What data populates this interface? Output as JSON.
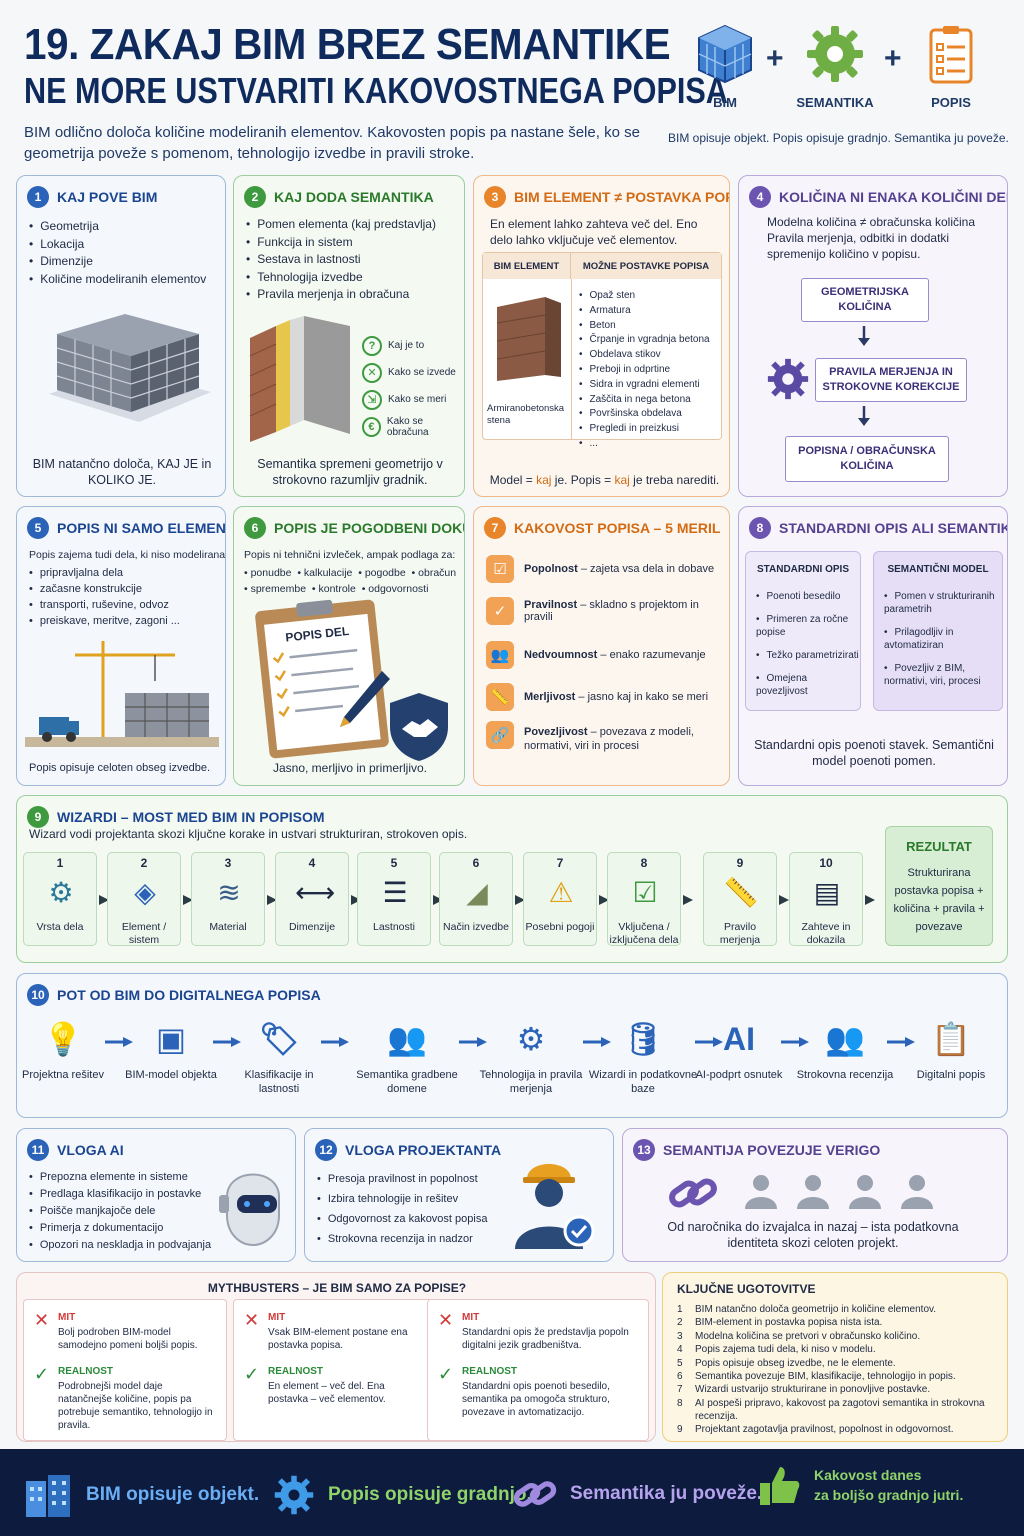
{
  "header": {
    "title_line1": "19. ZAKAJ BIM BREZ SEMANTIKE",
    "title_line2": "NE MORE USTVARITI KAKOVOSTNEGA POPISA",
    "lead": "BIM odlično določa količine modeliranih elementov. Kakovosten popis pa nastane šele, ko se geometrija poveže s pomenom, tehnologijo izvedbe in pravili stroke.",
    "icons": [
      "BIM",
      "SEMANTIKA",
      "POPIS"
    ],
    "plus": "+",
    "tagline": "BIM opisuje objekt. Popis opisuje gradnjo. Semantika ju poveže."
  },
  "card1": {
    "num": "1",
    "title": "KAJ POVE BIM",
    "items": [
      "Geometrija",
      "Lokacija",
      "Dimenzije",
      "Količine modeliranih elementov"
    ],
    "footer": "BIM natančno določa, KAJ JE in KOLIKO JE."
  },
  "card2": {
    "num": "2",
    "title": "KAJ DODA SEMANTIKA",
    "items": [
      "Pomen elementa (kaj predstavlja)",
      "Funkcija in sistem",
      "Sestava in lastnosti",
      "Tehnologija izvedbe",
      "Pravila merjenja in obračuna"
    ],
    "tags": [
      "Kaj je to",
      "Kako se izvede",
      "Kako se meri",
      "Kako se obračuna"
    ],
    "footer": "Semantika spremeni geometrijo v strokovno razumljiv gradnik."
  },
  "card3": {
    "num": "3",
    "title": "BIM ELEMENT ≠ POSTAVKA POPISA",
    "intro": "En element lahko zahteva več del. Eno delo lahko vključuje več elementov.",
    "col1": "BIM ELEMENT",
    "col2": "MOŽNE POSTAVKE POPISA",
    "element_label": "Armiranobetonska stena",
    "items": [
      "Opaž sten",
      "Armatura",
      "Beton",
      "Črpanje in vgradnja betona",
      "Obdelava stikov",
      "Preboji in odprtine",
      "Sidra in vgradni elementi",
      "Zaščita in nega betona",
      "Površinska obdelava",
      "Pregledi in preizkusi",
      "..."
    ],
    "footer_a": "Model = ",
    "footer_b": "kaj",
    "footer_c": " je. Popis = ",
    "footer_d": "kaj",
    "footer_e": " je treba narediti."
  },
  "card4": {
    "num": "4",
    "title": "KOLIČINA NI ENAKA KOLIČINI DELA",
    "intro": "Modelna količina ≠ obračunska količina Pravila merjenja, odbitki in dodatki spremenijo količino v popisu.",
    "box1": "GEOMETRIJSKA KOLIČINA",
    "box2": "PRAVILA MERJENJA IN STROKOVNE KOREKCIJE",
    "box3": "POPISNA / OBRAČUNSKA KOLIČINA"
  },
  "card5": {
    "num": "5",
    "title": "POPIS NI SAMO ELEMENT",
    "intro": "Popis zajema tudi dela, ki niso modelirana:",
    "items": [
      "pripravljalna dela",
      "začasne konstrukcije",
      "transporti, ruševine, odvoz",
      "preiskave, meritve, zagoni ..."
    ],
    "footer": "Popis opisuje celoten obseg izvedbe."
  },
  "card6": {
    "num": "6",
    "title": "POPIS JE POGODBENI DOKUMENT",
    "intro": "Popis ni tehnični izvleček, ampak podlaga za:",
    "items": [
      "ponudbe",
      "kalkulacije",
      "pogodbe",
      "obračun",
      "spremembe",
      "kontrole",
      "odgovornosti"
    ],
    "doc_title": "POPIS DEL",
    "footer": "Jasno, merljivo in primerljivo."
  },
  "card7": {
    "num": "7",
    "title": "KAKOVOST POPISA – 5 MERIL",
    "criteria": [
      {
        "name": "Popolnost",
        "desc": " – zajeta vsa dela in dobave"
      },
      {
        "name": "Pravilnost",
        "desc": " – skladno s projektom in pravili"
      },
      {
        "name": "Nedvoumnost",
        "desc": " – enako razumevanje"
      },
      {
        "name": "Merljivost",
        "desc": " – jasno kaj in kako se meri"
      },
      {
        "name": "Povezljivost",
        "desc": " – povezava z modeli, normativi, viri in procesi"
      }
    ]
  },
  "card8": {
    "num": "8",
    "title": "STANDARDNI OPIS ALI SEMANTIKA?",
    "std_title": "STANDARDNI OPIS",
    "std_items": [
      "Poenoti besedilo",
      "Primeren za ročne popise",
      "Težko parametrizirati",
      "Omejena povezljivost"
    ],
    "sem_title": "SEMANTIČNI MODEL",
    "sem_items": [
      "Pomen v strukturiranih parametrih",
      "Prilagodljiv in avtomatiziran",
      "Povezljiv z BIM, normativi, viri, procesi"
    ],
    "footer": "Standardni opis poenoti stavek. Semantični model poenoti pomen."
  },
  "wizard": {
    "num": "9",
    "title": "WIZARDI – MOST MED BIM IN POPISOM",
    "intro": "Wizard vodi projektanta skozi ključne korake in ustvari strukturiran, strokoven opis.",
    "steps": [
      {
        "n": "1",
        "label": "Vrsta dela"
      },
      {
        "n": "2",
        "label": "Element / sistem"
      },
      {
        "n": "3",
        "label": "Material"
      },
      {
        "n": "4",
        "label": "Dimenzije"
      },
      {
        "n": "5",
        "label": "Lastnosti"
      },
      {
        "n": "6",
        "label": "Način izvedbe"
      },
      {
        "n": "7",
        "label": "Posebni pogoji"
      },
      {
        "n": "8",
        "label": "Vključena / izključena dela"
      },
      {
        "n": "9",
        "label": "Pravilo merjenja"
      },
      {
        "n": "10",
        "label": "Zahteve in dokazila"
      }
    ],
    "result_title": "REZULTAT",
    "result_text": "Strukturirana postavka popisa + količina + pravila + povezave"
  },
  "path": {
    "num": "10",
    "title": "POT OD BIM DO DIGITALNEGA POPISA",
    "steps": [
      "Projektna rešitev",
      "BIM-model objekta",
      "Klasifikacije in lastnosti",
      "Semantika gradbene domene",
      "Tehnologija in pravila merjenja",
      "Wizardi in podatkovne baze",
      "AI-podprt osnutek",
      "Strokovna recenzija",
      "Digitalni popis"
    ]
  },
  "card11": {
    "num": "11",
    "title": "VLOGA AI",
    "items": [
      "Prepozna elemente in sisteme",
      "Predlaga klasifikacijo in postavke",
      "Poišče manjkajoče dele",
      "Primerja z dokumentacijo",
      "Opozori na neskladja in podvajanja"
    ]
  },
  "card12": {
    "num": "12",
    "title": "VLOGA PROJEKTANTA",
    "items": [
      "Presoja pravilnost in popolnost",
      "Izbira tehnologije in rešitev",
      "Odgovornost za kakovost popisa",
      "Strokovna recenzija in nadzor"
    ]
  },
  "card13": {
    "num": "13",
    "title": "SEMANTIJA POVEZUJE VERIGO",
    "text": "Od naročnika do izvajalca in nazaj – ista podatkovna identiteta skozi celoten projekt."
  },
  "myth": {
    "title": "MYTHBUSTERS – JE BIM SAMO ZA POPISE?",
    "mit_label": "MIT",
    "real_label": "REALNOST",
    "items": [
      {
        "mit": "Bolj podroben BIM-model samodejno pomeni boljši popis.",
        "real": "Podrobnejši model daje natančnejše količine, popis pa potrebuje semantiko, tehnologijo in pravila."
      },
      {
        "mit": "Vsak BIM-element postane ena postavka popisa.",
        "real": "En element – več del. Ena postavka – več elementov."
      },
      {
        "mit": "Standardni opis že predstavlja popoln digitalni jezik gradbeništva.",
        "real": "Standardni opis poenoti besedilo, semantika pa omogoča strukturo, povezave in avtomatizacijo."
      }
    ]
  },
  "key": {
    "title": "KLJUČNE UGOTOVITVE",
    "items": [
      {
        "n": "1",
        "t": "BIM natančno določa geometrijo in količine elementov."
      },
      {
        "n": "2",
        "t": "BIM-element in postavka popisa nista ista."
      },
      {
        "n": "3",
        "t": "Modelna količina se pretvori v obračunsko količino."
      },
      {
        "n": "4",
        "t": "Popis zajema tudi dela, ki niso v modelu."
      },
      {
        "n": "5",
        "t": "Popis opisuje obseg izvedbe, ne le elemente."
      },
      {
        "n": "6",
        "t": "Semantika povezuje BIM, klasifikacije, tehnologijo in popis."
      },
      {
        "n": "7",
        "t": "Wizardi ustvarijo strukturirane in ponovljive postavke."
      },
      {
        "n": "8",
        "t": "AI pospeši pripravo, kakovost pa zagotovi semantika in strokovna recenzija."
      },
      {
        "n": "9",
        "t": "Projektant zagotavlja pravilnost, popolnost in odgovornost."
      }
    ]
  },
  "bottom": {
    "a": "BIM opisuje objekt.",
    "b": "Popis opisuje gradnjo.",
    "c": "Semantika ju poveže.",
    "d1": "Kakovost danes",
    "d2": "za boljšo gradnjo jutri."
  }
}
